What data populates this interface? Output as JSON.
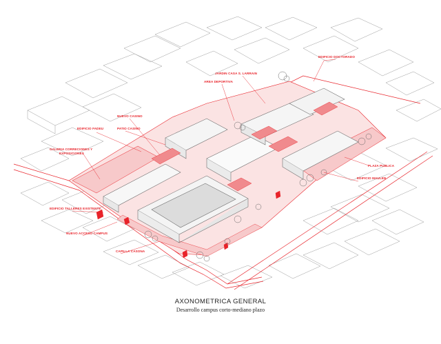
{
  "caption": {
    "title": "AXONOMETRICA GENERAL",
    "subtitle": "Desarrollo campus  corto-mediano plazo"
  },
  "colors": {
    "accent": "#e8232a",
    "accent_fill": "#f7c9ca",
    "line": "#8a8a8a",
    "text": "#222222"
  },
  "labels": {
    "edificio_doctorado": "EDIFICIO DOCTORADO",
    "jardin_casa": "JARDIN CASA S. LARRAIN",
    "area_deportiva": "AREA DEPORTIVA",
    "nuevo_casino": "NUEVO CASINO",
    "patio_casino": "PATIO CASINO",
    "edificio_fadeu": "EDIFICIO FADEU",
    "galeria_l1": "GALERIA CORRECIONES Y",
    "galeria_l2": "EXPOSICIONES",
    "plaza_publica": "PLAZA PUBLICA",
    "edificio_maulen": "EDIFICIO MAULEN",
    "edificio_talleres": "EDIFICIO TALLERES EXISTENTE",
    "nuevo_acceso": "NUEVO ACCESO CAMPUS",
    "capilla_casona": "CAPILLA CASONA"
  }
}
